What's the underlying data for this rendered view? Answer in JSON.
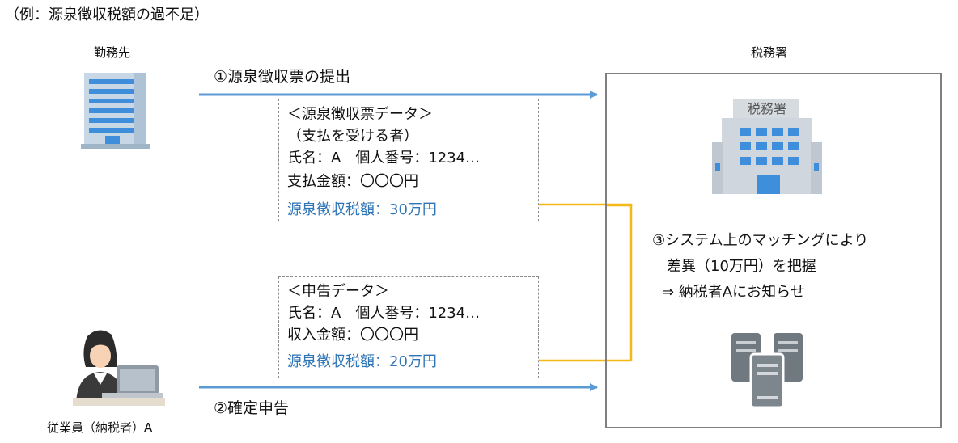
{
  "caption": "（例：源泉徴収税額の過不足）",
  "employer_label": "勤務先",
  "tax_office_label": "税務署",
  "building_sign": "税務署",
  "employee_label": "従業員（納税者）A",
  "step1": "①源泉徴収票の提出",
  "step2": "②確定申告",
  "box1": {
    "title": "＜源泉徴収票データ＞",
    "subtitle": "（支払を受ける者）",
    "line1": "氏名：A　個人番号：1234…",
    "line2": "支払金額：〇〇〇円",
    "highlight": "源泉徴収税額：30万円"
  },
  "box2": {
    "title": "＜申告データ＞",
    "line1": "氏名：A　個人番号：1234…",
    "line2": "収入金額：〇〇〇円",
    "highlight": "源泉徴収税額：20万円"
  },
  "notice": {
    "line1": "③システム上のマッチングにより",
    "line2": "差異（10万円）を把握",
    "line3": "⇒ 納税者Aにお知らせ"
  },
  "colors": {
    "blue_arrow": "#5b9bd5",
    "yellow_arrow": "#f5b819",
    "highlight_text": "#2f75b5",
    "frame": "#7f7f7f"
  }
}
